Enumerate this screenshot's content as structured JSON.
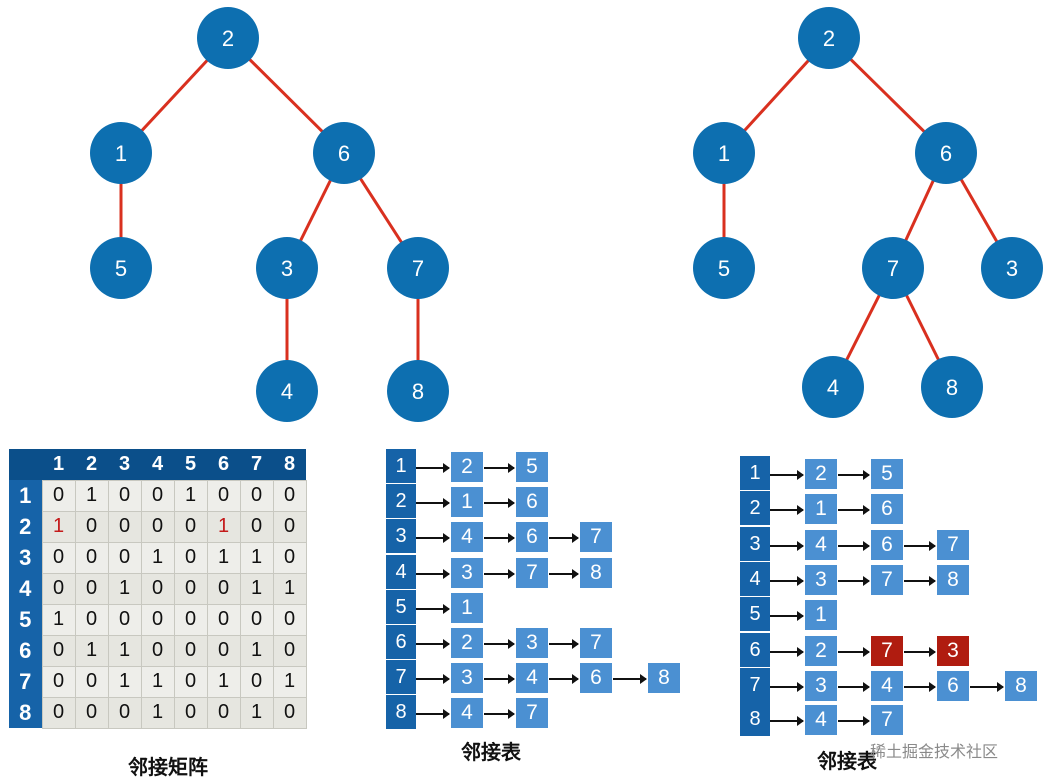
{
  "tree_left": {
    "nodes": [
      {
        "id": "2",
        "label": "2"
      },
      {
        "id": "1",
        "label": "1"
      },
      {
        "id": "6",
        "label": "6"
      },
      {
        "id": "5",
        "label": "5"
      },
      {
        "id": "3",
        "label": "3"
      },
      {
        "id": "7",
        "label": "7"
      },
      {
        "id": "4",
        "label": "4"
      },
      {
        "id": "8",
        "label": "8"
      }
    ],
    "edges": [
      [
        "2",
        "1"
      ],
      [
        "2",
        "6"
      ],
      [
        "1",
        "5"
      ],
      [
        "6",
        "3"
      ],
      [
        "6",
        "7"
      ],
      [
        "3",
        "4"
      ],
      [
        "7",
        "8"
      ]
    ]
  },
  "tree_right": {
    "nodes": [
      {
        "id": "2",
        "label": "2"
      },
      {
        "id": "1",
        "label": "1"
      },
      {
        "id": "6",
        "label": "6"
      },
      {
        "id": "5",
        "label": "5"
      },
      {
        "id": "7",
        "label": "7"
      },
      {
        "id": "3",
        "label": "3"
      },
      {
        "id": "4",
        "label": "4"
      },
      {
        "id": "8",
        "label": "8"
      }
    ],
    "edges": [
      [
        "2",
        "1"
      ],
      [
        "2",
        "6"
      ],
      [
        "1",
        "5"
      ],
      [
        "6",
        "7"
      ],
      [
        "6",
        "3"
      ],
      [
        "7",
        "4"
      ],
      [
        "7",
        "8"
      ]
    ]
  },
  "matrix": {
    "headers": [
      "1",
      "2",
      "3",
      "4",
      "5",
      "6",
      "7",
      "8"
    ],
    "rows": [
      {
        "label": "1",
        "values": [
          "0",
          "1",
          "0",
          "0",
          "1",
          "0",
          "0",
          "0"
        ]
      },
      {
        "label": "2",
        "values": [
          "1",
          "0",
          "0",
          "0",
          "0",
          "1",
          "0",
          "0"
        ],
        "red": [
          0,
          5
        ]
      },
      {
        "label": "3",
        "values": [
          "0",
          "0",
          "0",
          "1",
          "0",
          "1",
          "1",
          "0"
        ]
      },
      {
        "label": "4",
        "values": [
          "0",
          "0",
          "1",
          "0",
          "0",
          "0",
          "1",
          "1"
        ]
      },
      {
        "label": "5",
        "values": [
          "1",
          "0",
          "0",
          "0",
          "0",
          "0",
          "0",
          "0"
        ]
      },
      {
        "label": "6",
        "values": [
          "0",
          "1",
          "1",
          "0",
          "0",
          "0",
          "1",
          "0"
        ]
      },
      {
        "label": "7",
        "values": [
          "0",
          "0",
          "1",
          "1",
          "0",
          "1",
          "0",
          "1"
        ]
      },
      {
        "label": "8",
        "values": [
          "0",
          "0",
          "0",
          "1",
          "0",
          "0",
          "1",
          "0"
        ]
      }
    ],
    "caption": "邻接矩阵"
  },
  "list_middle": {
    "rows": [
      {
        "head": "1",
        "items": [
          "2",
          "5"
        ]
      },
      {
        "head": "2",
        "items": [
          "1",
          "6"
        ]
      },
      {
        "head": "3",
        "items": [
          "4",
          "6",
          "7"
        ]
      },
      {
        "head": "4",
        "items": [
          "3",
          "7",
          "8"
        ]
      },
      {
        "head": "5",
        "items": [
          "1"
        ]
      },
      {
        "head": "6",
        "items": [
          "2",
          "3",
          "7"
        ]
      },
      {
        "head": "7",
        "items": [
          "3",
          "4",
          "6",
          "8"
        ]
      },
      {
        "head": "8",
        "items": [
          "4",
          "7"
        ]
      }
    ],
    "caption": "邻接表"
  },
  "list_right": {
    "rows": [
      {
        "head": "1",
        "items": [
          "2",
          "5"
        ]
      },
      {
        "head": "2",
        "items": [
          "1",
          "6"
        ]
      },
      {
        "head": "3",
        "items": [
          "4",
          "6",
          "7"
        ]
      },
      {
        "head": "4",
        "items": [
          "3",
          "7",
          "8"
        ]
      },
      {
        "head": "5",
        "items": [
          "1"
        ]
      },
      {
        "head": "6",
        "items": [
          "2",
          "7",
          "3"
        ],
        "highlight": [
          1,
          2
        ]
      },
      {
        "head": "7",
        "items": [
          "3",
          "4",
          "6",
          "8"
        ]
      },
      {
        "head": "8",
        "items": [
          "4",
          "7"
        ]
      }
    ],
    "caption": "邻接表"
  },
  "colors": {
    "node": "#0d6fb0",
    "edge": "#d9301f",
    "cell_head": "#1663a8",
    "list_item": "#4b90d2",
    "highlight": "#b01c10"
  },
  "watermark": "稀土掘金技术社区"
}
